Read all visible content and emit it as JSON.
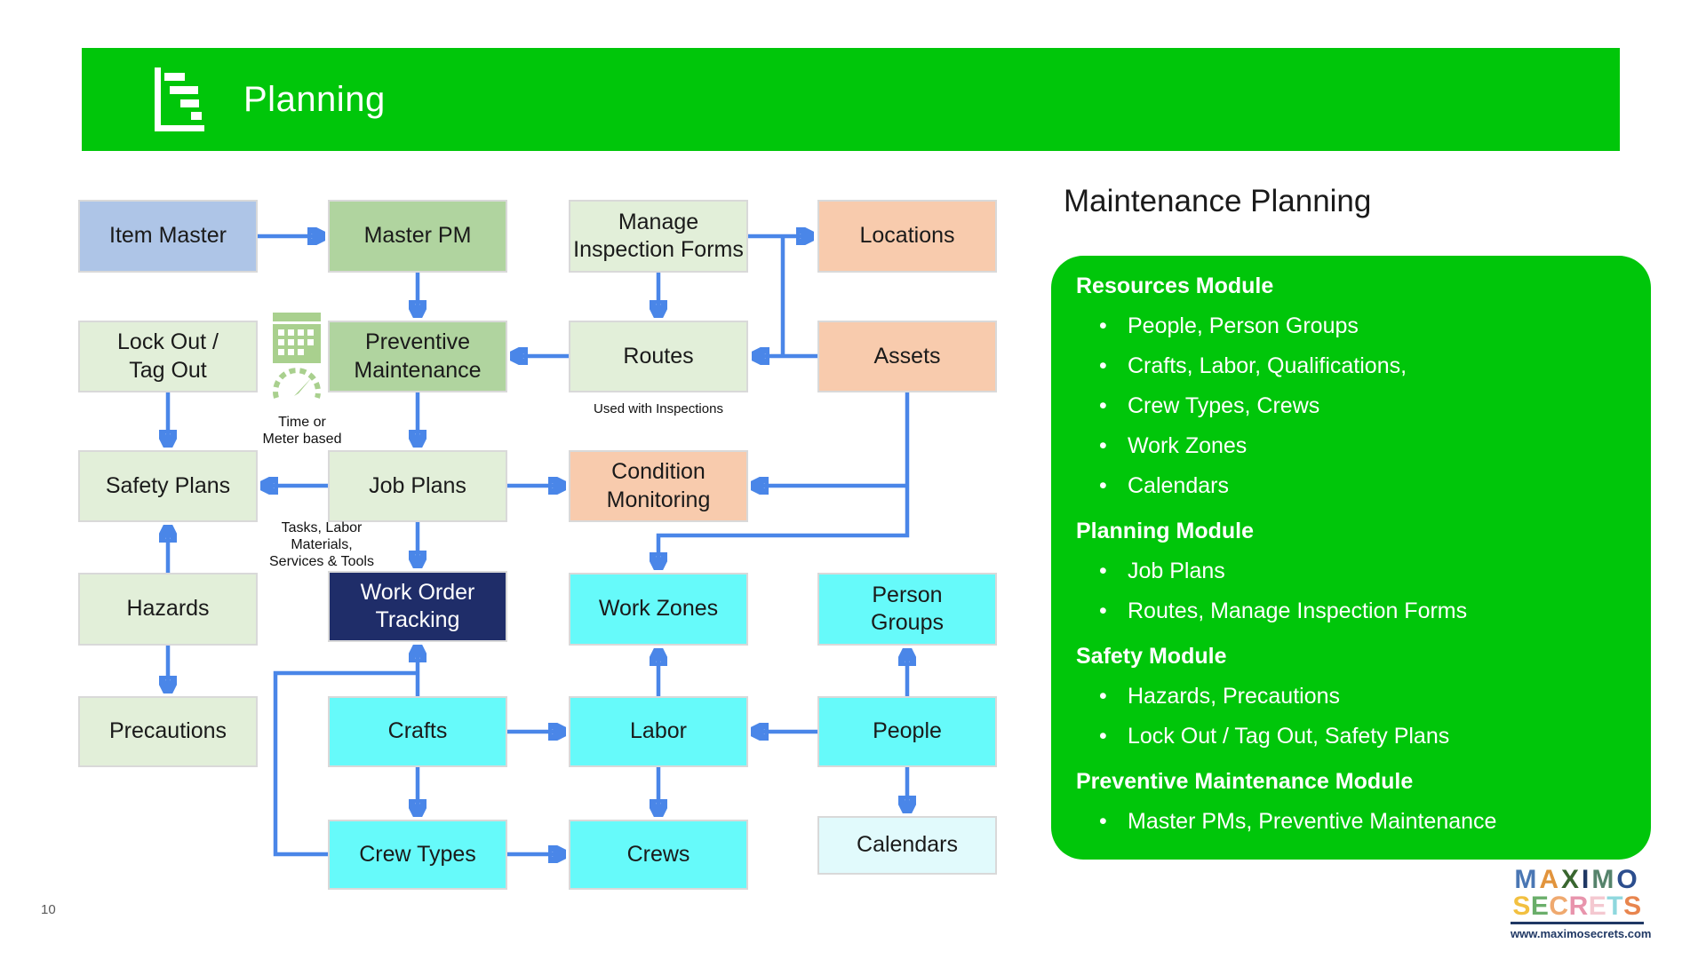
{
  "header": {
    "title": "Planning"
  },
  "diagram": {
    "nodes": [
      {
        "id": "item-master",
        "label": "Item Master"
      },
      {
        "id": "master-pm",
        "label": "Master PM"
      },
      {
        "id": "manage-inspection-forms",
        "label": "Manage\nInspection Forms"
      },
      {
        "id": "locations",
        "label": "Locations"
      },
      {
        "id": "lock-out-tag-out",
        "label": "Lock Out /\nTag Out"
      },
      {
        "id": "preventive-maintenance",
        "label": "Preventive\nMaintenance"
      },
      {
        "id": "routes",
        "label": "Routes"
      },
      {
        "id": "assets",
        "label": "Assets"
      },
      {
        "id": "safety-plans",
        "label": "Safety Plans"
      },
      {
        "id": "job-plans",
        "label": "Job Plans"
      },
      {
        "id": "condition-monitoring",
        "label": "Condition\nMonitoring"
      },
      {
        "id": "hazards",
        "label": "Hazards"
      },
      {
        "id": "work-order-tracking",
        "label": "Work Order\nTracking"
      },
      {
        "id": "work-zones",
        "label": "Work Zones"
      },
      {
        "id": "person-groups",
        "label": "Person\nGroups"
      },
      {
        "id": "precautions",
        "label": "Precautions"
      },
      {
        "id": "crafts",
        "label": "Crafts"
      },
      {
        "id": "labor",
        "label": "Labor"
      },
      {
        "id": "people",
        "label": "People"
      },
      {
        "id": "crew-types",
        "label": "Crew Types"
      },
      {
        "id": "crews",
        "label": "Crews"
      },
      {
        "id": "calendars",
        "label": "Calendars"
      }
    ],
    "annotations": {
      "used_with_inspections": "Used with Inspections",
      "time_or_meter": "Time or\nMeter based",
      "tasks_labor": "Tasks, Labor\nMaterials,\nServices & Tools"
    }
  },
  "panel": {
    "title": "Maintenance Planning",
    "bullet_char": "•",
    "sections": [
      {
        "heading": "Resources Module",
        "items": [
          "People, Person Groups",
          "Crafts, Labor, Qualifications,",
          "Crew Types, Crews",
          "Work Zones",
          "Calendars"
        ]
      },
      {
        "heading": "Planning Module",
        "items": [
          "Job Plans",
          "Routes, Manage Inspection Forms"
        ]
      },
      {
        "heading": "Safety Module",
        "items": [
          "Hazards, Precautions",
          "Lock Out / Tag Out, Safety Plans"
        ]
      },
      {
        "heading": "Preventive Maintenance Module",
        "items": [
          "Master PMs, Preventive Maintenance"
        ]
      }
    ]
  },
  "footer": {
    "page_number": "10"
  },
  "logo": {
    "word1": [
      {
        "ch": "M",
        "color": "#4a77b4"
      },
      {
        "ch": "A",
        "color": "#e2943c"
      },
      {
        "ch": "X",
        "color": "#39662f"
      },
      {
        "ch": "I",
        "color": "#203864"
      },
      {
        "ch": "M",
        "color": "#55836b"
      },
      {
        "ch": "O",
        "color": "#2c4e8e"
      }
    ],
    "word2": [
      {
        "ch": "S",
        "color": "#f2c040"
      },
      {
        "ch": "E",
        "color": "#6aae6a"
      },
      {
        "ch": "C",
        "color": "#efa96f"
      },
      {
        "ch": "R",
        "color": "#e894ac"
      },
      {
        "ch": "E",
        "color": "#f4c8d0"
      },
      {
        "ch": "T",
        "color": "#8fd8de"
      },
      {
        "ch": "S",
        "color": "#e8854e"
      }
    ],
    "url": "www.maximosecrets.com"
  },
  "colors": {
    "header_green": "#00c60a",
    "arrow_blue": "#4a86e8",
    "node_blue": "#aec5e7",
    "node_medium_green": "#b0d49f",
    "node_light_green": "#e2efd9",
    "node_peach": "#f8cbad",
    "node_navy": "#1f2d69",
    "node_cyan": "#66fafa",
    "node_light_cyan": "#e1fafc",
    "icon_green": "#a9d08e",
    "logo_navy": "#203864"
  }
}
